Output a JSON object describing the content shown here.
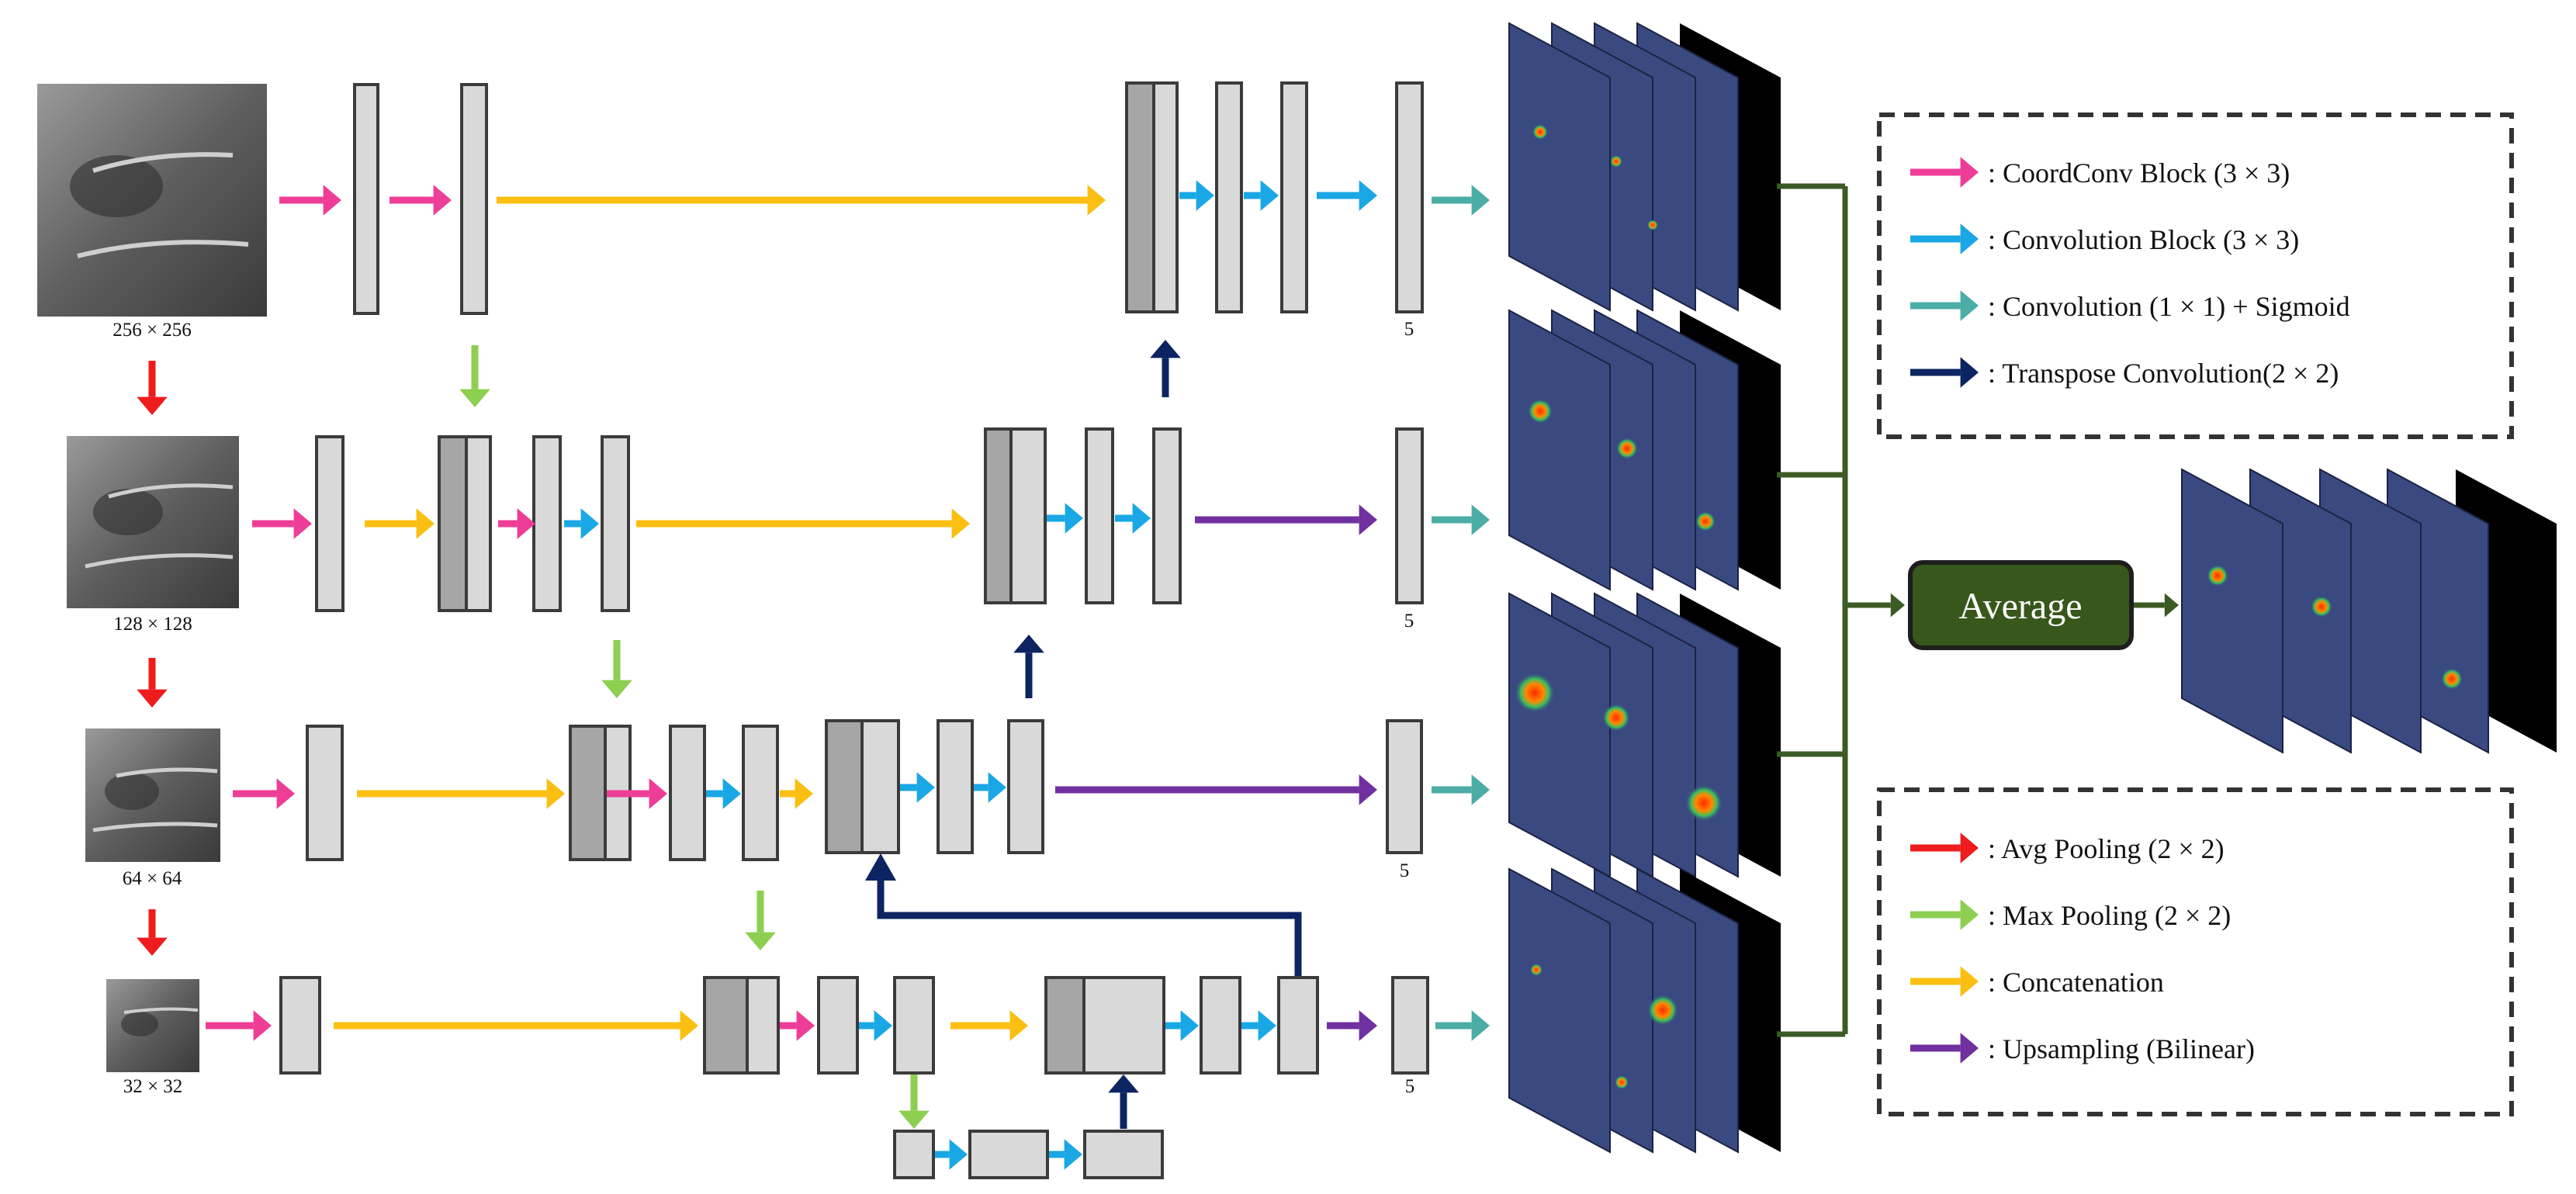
{
  "colors": {
    "coordconv": "#ee3d96",
    "conv": "#1aa7e6",
    "conv_sigmoid": "#4bada5",
    "transpose": "#0c2461",
    "avg_pool": "#ee1c1c",
    "max_pool": "#8dcf50",
    "concat": "#fbbf12",
    "upsample": "#7030a0",
    "merge": "#3c5a24",
    "average_box": "#38571a",
    "heatmap_overlay": "#3a4a80"
  },
  "inputs": [
    {
      "label": "256 × 256"
    },
    {
      "label": "128 × 128"
    },
    {
      "label": "64 × 64"
    },
    {
      "label": "32 × 32"
    }
  ],
  "output_channels": [
    "5",
    "5",
    "5",
    "5"
  ],
  "average_label": "Average",
  "legend_top": [
    {
      "text": ": CoordConv Block (3 × 3)",
      "color": "coordconv"
    },
    {
      "text": ": Convolution Block (3 × 3)",
      "color": "conv"
    },
    {
      "text": ": Convolution (1 × 1) + Sigmoid",
      "color": "conv_sigmoid"
    },
    {
      "text": ": Transpose Convolution(2 × 2)",
      "color": "transpose"
    }
  ],
  "legend_bottom": [
    {
      "text": ": Avg Pooling (2 × 2)",
      "color": "avg_pool"
    },
    {
      "text": ": Max Pooling (2 × 2)",
      "color": "max_pool"
    },
    {
      "text": ": Concatenation",
      "color": "concat"
    },
    {
      "text": ": Upsampling (Bilinear)",
      "color": "upsample"
    }
  ]
}
